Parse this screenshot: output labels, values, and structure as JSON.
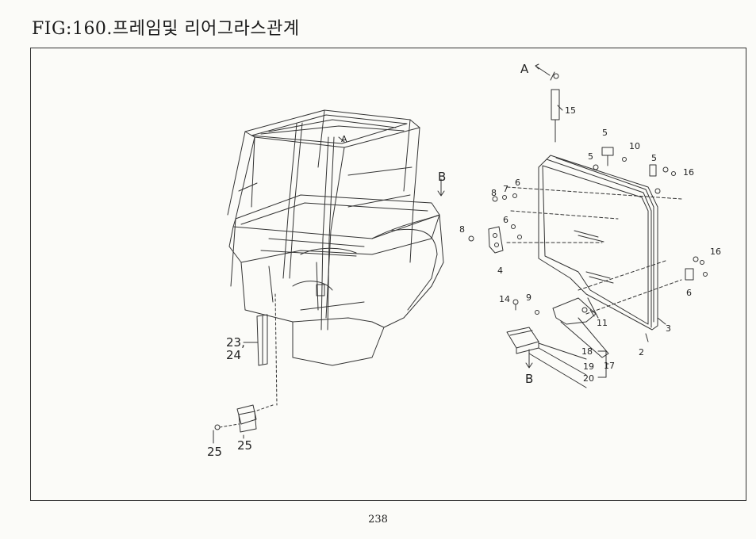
{
  "figure": {
    "title": "FIG:160.프레임및  리어그라스관계",
    "page_number": "238"
  },
  "callouts": {
    "A_top": "A",
    "A_cab": "A",
    "B_cab": "B",
    "B_bottom": "B",
    "p2": "2",
    "p3": "3",
    "p4": "4",
    "p5a": "5",
    "p5b": "5",
    "p5c": "5",
    "p6a": "6",
    "p6b": "6",
    "p6c": "6",
    "p7": "7",
    "p8a": "8",
    "p8b": "8",
    "p9": "9",
    "p10": "10",
    "p11": "11",
    "p14": "14",
    "p15": "15",
    "p16a": "16",
    "p16b": "16",
    "p17": "17",
    "p18": "18",
    "p19": "19",
    "p20": "20",
    "p23_24a": "23,",
    "p23_24b": "24",
    "p25a": "25",
    "p25b": "25"
  },
  "colors": {
    "ink": "#222222",
    "paper": "#fbfbf8"
  }
}
